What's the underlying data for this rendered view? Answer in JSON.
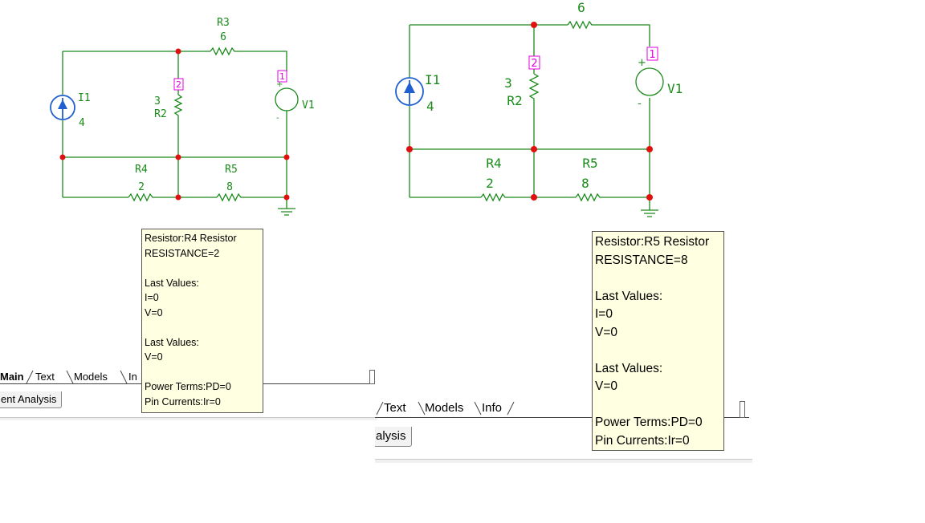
{
  "left_view": {
    "schematic": {
      "i1": {
        "label": "I1",
        "value": "4"
      },
      "r3": {
        "label": "R3",
        "value": "6"
      },
      "r2": {
        "label": "R2",
        "value": "3",
        "pin": "2"
      },
      "v1": {
        "label": "V1",
        "pin": "1",
        "plus": "+",
        "minus": "-"
      },
      "r4": {
        "label": "R4",
        "value": "2"
      },
      "r5": {
        "label": "R5",
        "value": "8"
      }
    },
    "tabs": [
      {
        "label": "Main",
        "active": true
      },
      {
        "label": "Text"
      },
      {
        "label": "Models"
      },
      {
        "label": "In"
      }
    ],
    "analysis_button": "ent Analysis",
    "tooltip": {
      "lines": [
        "Resistor:R4 Resistor",
        "RESISTANCE=2",
        "",
        "Last Values:",
        "I=0",
        "V=0",
        "",
        "Last Values:",
        "V=0",
        "",
        "Power Terms:PD=0",
        "Pin Currents:Ir=0"
      ]
    }
  },
  "right_view": {
    "schematic": {
      "i1": {
        "label": "I1",
        "value": "4"
      },
      "r3": {
        "value": "6"
      },
      "r2": {
        "label": "R2",
        "value": "3",
        "pin": "2"
      },
      "v1": {
        "label": "V1",
        "pin": "1",
        "plus": "+",
        "minus": "-"
      },
      "r4": {
        "label": "R4",
        "value": "2"
      },
      "r5": {
        "label": "R5",
        "value": "8"
      }
    },
    "tabs": [
      {
        "label": "Text"
      },
      {
        "label": "Models"
      },
      {
        "label": "Info"
      }
    ],
    "analysis_button": "alysis",
    "tooltip": {
      "lines": [
        "Resistor:R5 Resistor",
        "RESISTANCE=8",
        "",
        "Last Values:",
        "I=0",
        "V=0",
        "",
        "Last Values:",
        "V=0",
        "",
        "Power Terms:PD=0",
        "Pin Currents:Ir=0"
      ]
    }
  },
  "colors": {
    "wire": "#1a8a1a",
    "junction": "#e01010",
    "source": "#1f5fd0",
    "pin": "#e000e0",
    "tooltip_bg": "#ffffe1"
  }
}
